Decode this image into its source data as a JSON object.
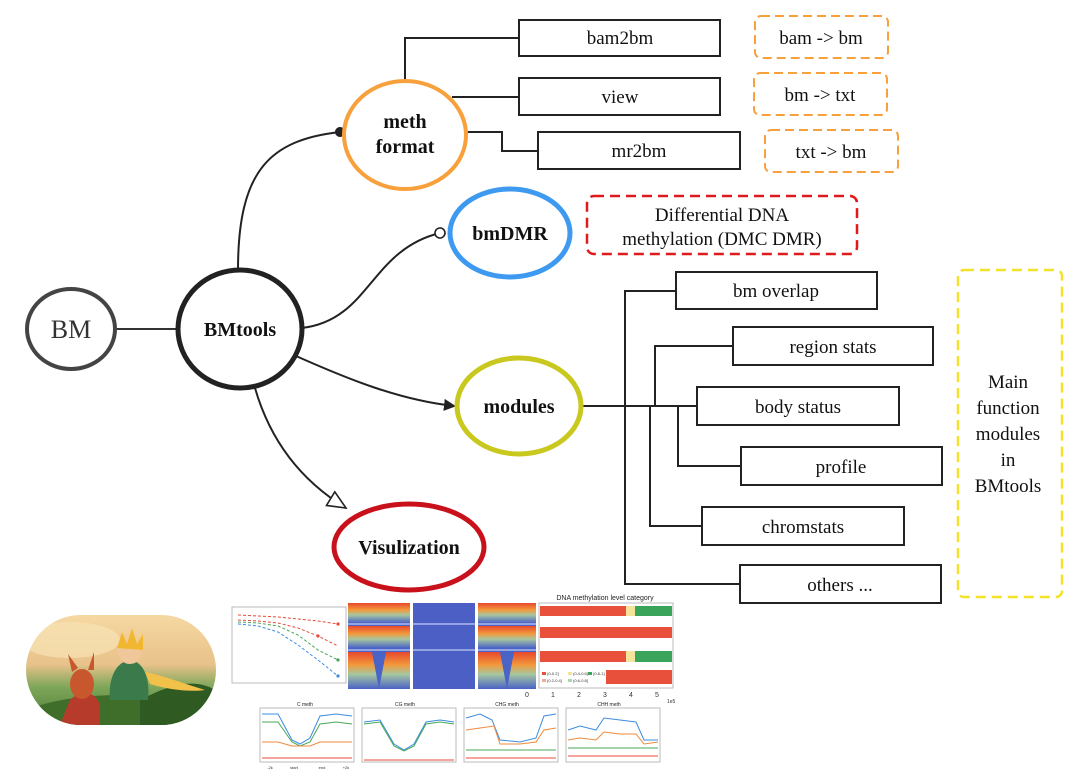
{
  "root": {
    "label": "BM"
  },
  "center": {
    "label": "BMtools"
  },
  "meth_format": {
    "line1": "meth",
    "line2": "format",
    "color": "#f7a03c"
  },
  "bmdmr": {
    "label": "bmDMR",
    "color": "#3d9af0",
    "note_line1": "Differential DNA",
    "note_line2": "methylation (DMC DMR)",
    "note_color": "#e0191a"
  },
  "modules": {
    "label": "modules",
    "color": "#c8c81e"
  },
  "visualization": {
    "label": "Visulization",
    "color": "#c8111a"
  },
  "conversions": [
    {
      "tool": "bam2bm",
      "note": "bam -> bm"
    },
    {
      "tool": "view",
      "note": "bm -> txt"
    },
    {
      "tool": "mr2bm",
      "note": "txt -> bm"
    }
  ],
  "module_items": [
    "bm overlap",
    "region stats",
    "body status",
    "profile",
    "chromstats",
    "others ..."
  ],
  "modules_note": {
    "lines": [
      "Main",
      "function",
      "modules",
      "in",
      "BMtools"
    ],
    "color": "#f2e22a"
  },
  "plots": {
    "category_title": "DNA methylation level category",
    "category_ticks": [
      "0",
      "1",
      "2",
      "3",
      "4",
      "5"
    ],
    "category_xmax": "1e5",
    "legend": [
      "(0-0.2]",
      "(0.2-0.4]",
      "(0.4-0.6]",
      "(0.6-0.8]",
      "(0.8-1]"
    ],
    "profile_titles": [
      "C meth",
      "CG meth",
      "CHG meth",
      "CHH meth"
    ],
    "profile_xticks": [
      "-2k",
      "start",
      "end",
      "+2k"
    ]
  }
}
